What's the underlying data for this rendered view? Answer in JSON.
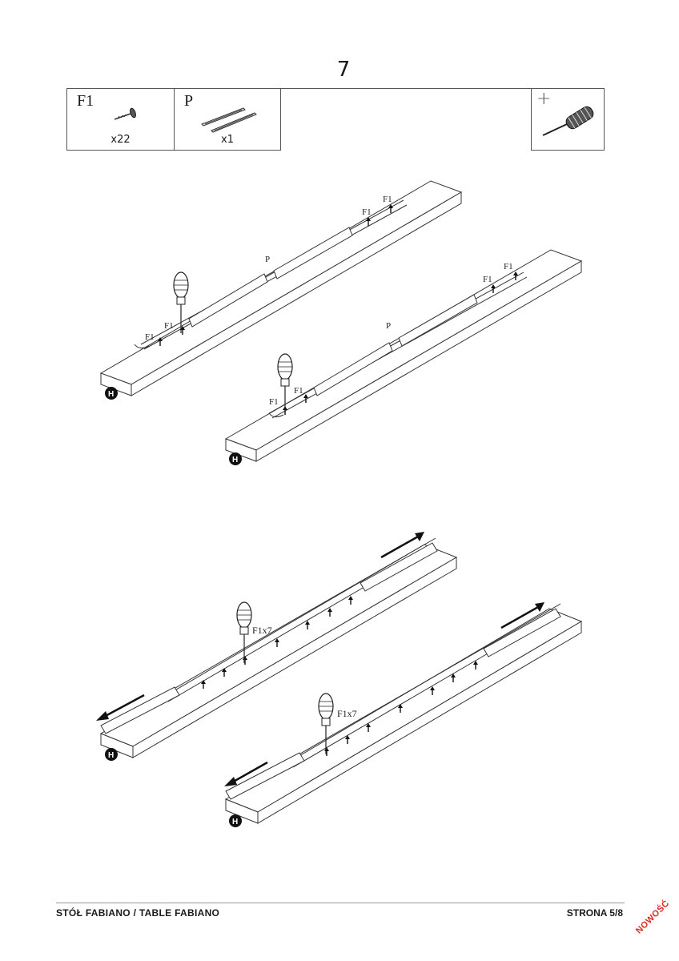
{
  "step": {
    "number": "7"
  },
  "parts": [
    {
      "code": "F1",
      "qty": "x22",
      "icon": "screw-icon"
    },
    {
      "code": "P",
      "qty": "x1",
      "icon": "rail-pair-icon"
    }
  ],
  "tool": {
    "plus": "+",
    "icon": "screwdriver-icon"
  },
  "diagram": {
    "top_left": {
      "labels": [
        "F1",
        "F1",
        "P",
        "F1",
        "F1"
      ],
      "end_marker": "H"
    },
    "top_right": {
      "labels": [
        "F1",
        "F1",
        "P",
        "F1",
        "F1"
      ],
      "end_marker": "H"
    },
    "bottom_left": {
      "label": "F1x7",
      "end_marker": "H"
    },
    "bottom_right": {
      "label": "F1x7",
      "end_marker": "H"
    }
  },
  "footer": {
    "left": "STÓŁ FABIANO / TABLE FABIANO",
    "right": "STRONA 5/8",
    "badge": "NOWOŚĆ",
    "badge_color": "#e0281e"
  }
}
